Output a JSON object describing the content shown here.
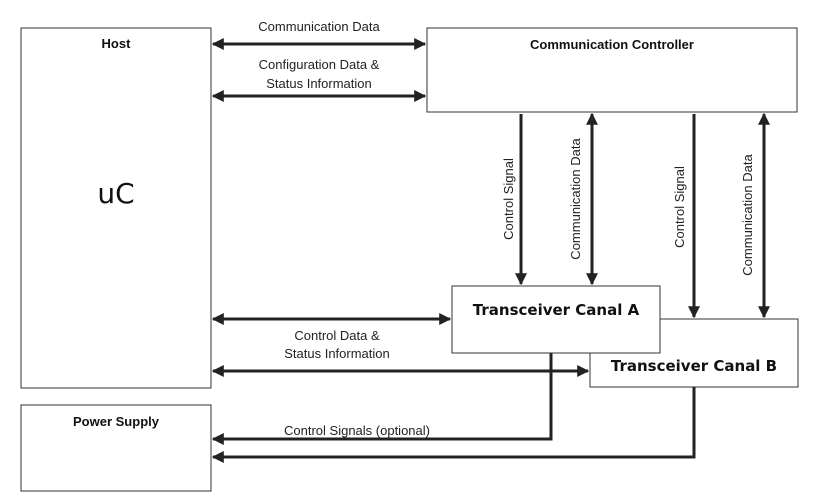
{
  "host": {
    "title": "Host",
    "label": "uC"
  },
  "controller": {
    "title": "Communication Controller"
  },
  "transceiver_a": {
    "title": "Transceiver Canal A"
  },
  "transceiver_b": {
    "title": "Transceiver Canal B"
  },
  "power_supply": {
    "title": "Power Supply"
  },
  "labels": {
    "communication_data": "Communication Data",
    "config_line1": "Configuration Data &",
    "config_line2": "Status Information",
    "control_signal_a": "Control Signal",
    "communication_data_a": "Communication Data",
    "control_signal_b": "Control Signal",
    "communication_data_b": "Communication Data",
    "control_line1": "Control Data &",
    "control_line2": "Status Information",
    "control_signals_optional": "Control Signals (optional)"
  }
}
